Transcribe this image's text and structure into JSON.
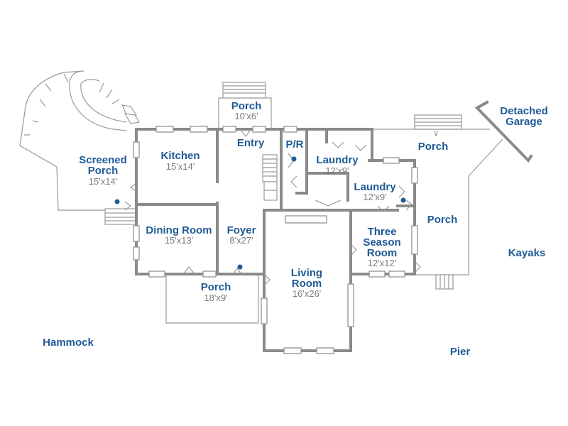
{
  "rooms": {
    "porch_top": {
      "name": "Porch",
      "dim": "10'x6'"
    },
    "entry": {
      "name": "Entry"
    },
    "pr": {
      "name": "P/R"
    },
    "laundry1": {
      "name": "Laundry",
      "dim": "12'x9'"
    },
    "laundry2": {
      "name": "Laundry",
      "dim": "12'x9'"
    },
    "porch_right": {
      "name": "Porch"
    },
    "porch_right2": {
      "name": "Porch"
    },
    "detached": {
      "line1": "Detached",
      "line2": "Garage"
    },
    "screened": {
      "line1": "Screened",
      "line2": "Porch",
      "dim": "15'x14'"
    },
    "kitchen": {
      "name": "Kitchen",
      "dim": "15'x14'"
    },
    "dining": {
      "name": "Dining Room",
      "dim": "15'x13'"
    },
    "foyer": {
      "name": "Foyer",
      "dim": "8'x27'"
    },
    "living": {
      "line1": "Living",
      "line2": "Room",
      "dim": "16'x26'"
    },
    "three_season": {
      "line1": "Three",
      "line2": "Season",
      "line3": "Room",
      "dim": "12'x12'"
    },
    "porch_bottom": {
      "name": "Porch",
      "dim": "18'x9'"
    }
  },
  "outdoor": {
    "kayaks": "Kayaks",
    "hammock": "Hammock",
    "pier": "Pier"
  },
  "colors": {
    "label": "#1f5a96",
    "dimension": "#7a7a7a",
    "wall": "#8a8a8a"
  }
}
